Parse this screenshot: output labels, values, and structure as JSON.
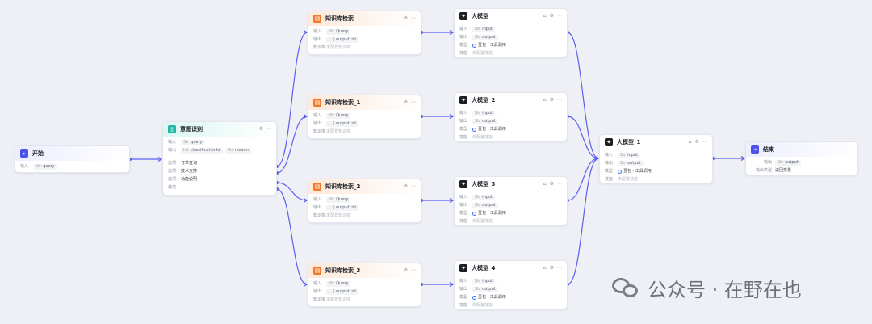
{
  "labels": {
    "input": "输入",
    "output": "输出",
    "option": "选项",
    "model": "模型",
    "kb": "知识库",
    "skill": "技能",
    "var": "变量",
    "output_type": "输出类型",
    "else": "其他"
  },
  "nodes": {
    "start": {
      "title": "开始",
      "icon": "play-icon",
      "input": "query"
    },
    "intent": {
      "title": "意图识别",
      "icon": "intent-icon",
      "input": "query",
      "outputs": [
        "classificationId",
        "reason"
      ],
      "options": [
        "订单查询",
        "技术支持",
        "功能说明"
      ]
    },
    "kb": [
      {
        "title": "知识库检索",
        "input": "Query",
        "output": "outputList",
        "kb_value": "未配置知识库"
      },
      {
        "title": "知识库检索_1",
        "input": "Query",
        "output": "outputList",
        "kb_value": "未配置知识库"
      },
      {
        "title": "知识库检索_2",
        "input": "Query",
        "output": "outputList",
        "kb_value": "未配置知识库"
      },
      {
        "title": "知识库检索_3",
        "input": "Query",
        "output": "outputList",
        "kb_value": "未配置知识库"
      }
    ],
    "llm": [
      {
        "title": "大模型",
        "input": "input",
        "output": "output",
        "model": "豆包 · 工具调用",
        "skill": "未配置技能"
      },
      {
        "title": "大模型_2",
        "input": "input",
        "output": "output",
        "model": "豆包 · 工具调用",
        "skill": "未配置技能"
      },
      {
        "title": "大模型_3",
        "input": "input",
        "output": "output",
        "model": "豆包 · 工具调用",
        "skill": "未配置技能"
      },
      {
        "title": "大模型_4",
        "input": "input",
        "output": "output",
        "model": "豆包 · 工具调用",
        "skill": "未配置技能"
      }
    ],
    "llm_main": {
      "title": "大模型_1",
      "input": "input",
      "output": "output",
      "model": "豆包 · 工具调用",
      "skill": "未配置技能"
    },
    "end": {
      "title": "结束",
      "icon": "end-icon",
      "output": "output",
      "output_type": "返回变量"
    }
  },
  "watermark": {
    "text": "公众号 · 在野在也"
  },
  "colors": {
    "edge": "#5b5ff0",
    "canvas": "#eef0f5",
    "accent": "#4d53e8"
  }
}
